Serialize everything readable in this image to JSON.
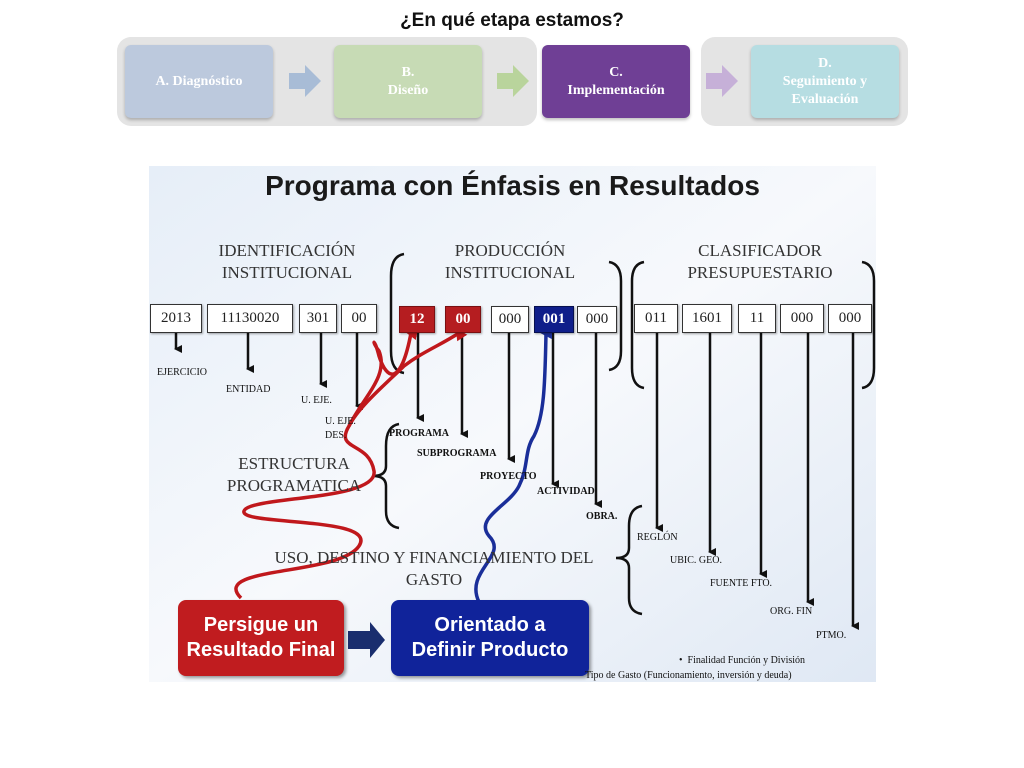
{
  "header": {
    "title": "¿En qué etapa estamos?"
  },
  "stages": [
    {
      "line1": "A. Diagnóstico",
      "line2": "",
      "line3": "",
      "color": "#bcc9dd",
      "active": false
    },
    {
      "line1": "B.",
      "line2": "Diseño",
      "line3": "",
      "color": "#c7dbb5",
      "active": false
    },
    {
      "line1": "C.",
      "line2": "Implementación",
      "line3": "",
      "color": "#6f3f95",
      "active": true
    },
    {
      "line1": "D.",
      "line2": "Seguimiento y",
      "line3": "Evaluación",
      "color": "#b6dde2",
      "active": false
    }
  ],
  "slide": {
    "title": "Programa con Énfasis en Resultados",
    "headings": {
      "identificacion": [
        "IDENTIFICACIÓN",
        "INSTITUCIONAL"
      ],
      "produccion": [
        "PRODUCCIÓN",
        "INSTITUCIONAL"
      ],
      "clasificador": [
        "CLASIFICADOR",
        "PRESUPUESTARIO"
      ],
      "estructura": [
        "ESTRUCTURA",
        "PROGRAMATICA"
      ],
      "uso": [
        "USO, DESTINO Y FINANCIAMIENTO DEL",
        "GASTO"
      ]
    },
    "code_boxes": {
      "identificacion": [
        "2013",
        "11130020",
        "301",
        "00"
      ],
      "produccion": [
        "12",
        "00",
        "000",
        "001",
        "000"
      ],
      "clasificador": [
        "011",
        "1601",
        "11",
        "000",
        "000"
      ]
    },
    "labels": {
      "ejercicio": "EJERCICIO",
      "entidad": "ENTIDAD",
      "u_eje": "U. EJE.",
      "u_eje_des_1": "U. EJE.",
      "u_eje_des_2": "DES.",
      "programa": "PROGRAMA",
      "subprograma": "SUBPROGRAMA",
      "proyecto": "PROYECTO",
      "actividad": "ACTIVIDAD",
      "obra": "OBRA.",
      "renglon": "REGLÓN",
      "ubic": "UBIC. GEO.",
      "fuente": "FUENTE FTO.",
      "org": "ORG. FIN",
      "ptmo": "PTMO."
    },
    "buttons": {
      "red": [
        "Persigue un",
        "Resultado Final"
      ],
      "blue": [
        "Orientado a",
        "Definir Producto"
      ]
    },
    "bullets": [
      "Finalidad Función y División",
      "Tipo de Gasto (Funcionamiento, inversión y deuda)"
    ]
  }
}
